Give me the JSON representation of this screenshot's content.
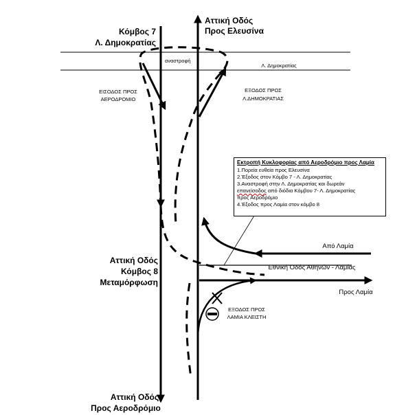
{
  "labels": {
    "top_title_1": "Αττική Οδός",
    "top_title_2": "Προς Ελευσίνα",
    "node7_1": "Κόμβος 7",
    "node7_2": "Λ. Δημοκρατίας",
    "anastrofi": "αναστροφή",
    "dimokratias_road": "Λ. Δημοκρατίας",
    "exit_airport_1": "ΕΙΣΟΔΟΣ ΠΡΟΣ",
    "exit_airport_2": "ΑΕΡΟΔΡΟΜΙΟ",
    "exit_dimokratias_1": "ΕΞΟΔΟΣ ΠΡΟΣ",
    "exit_dimokratias_2": "Λ.ΔΗΜΟΚΡΑΤΙΑΣ",
    "apo_lamia": "Από Λαμία",
    "ethniki_odos": "Εθνική Οδός Αθηνών - Λαμίας",
    "pros_lamia": "Προς Λαμία",
    "node8_1": "Αττική Οδός",
    "node8_2": "Κόμβος 8",
    "node8_3": "Μεταμόρφωση",
    "exit_lamia_1": "ΕΞΟΔΟΣ ΠΡΟΣ",
    "exit_lamia_2": "ΛΑΜΙΑ ΚΛΕΙΣΤΗ",
    "bottom_title_1": "Αττική Οδός",
    "bottom_title_2": "Προς Αεροδρόμιο"
  },
  "info_box": {
    "title": "Εκτροπή Κυκλοφορίας από Αεροδρόμιο προς Λαμία",
    "line1": "1.Πορεία ευθεία προς Ελευσίνα",
    "line2": "2.Έξοδος στον Κόμβο 7 -  Λ. Δημοκρατίας",
    "line3": "3.Αναστροφή στην Λ. Δημοκρατίας και δωρεάν",
    "line4a": "επανείσοδος",
    "line4b": " από διόδια Κόμβου 7- Λ. Δημοκρατίας",
    "line5": "προς Αεροδρόμιο",
    "line6": "4.Έξοδος προς Λαμία στον κόμβο 8"
  }
}
